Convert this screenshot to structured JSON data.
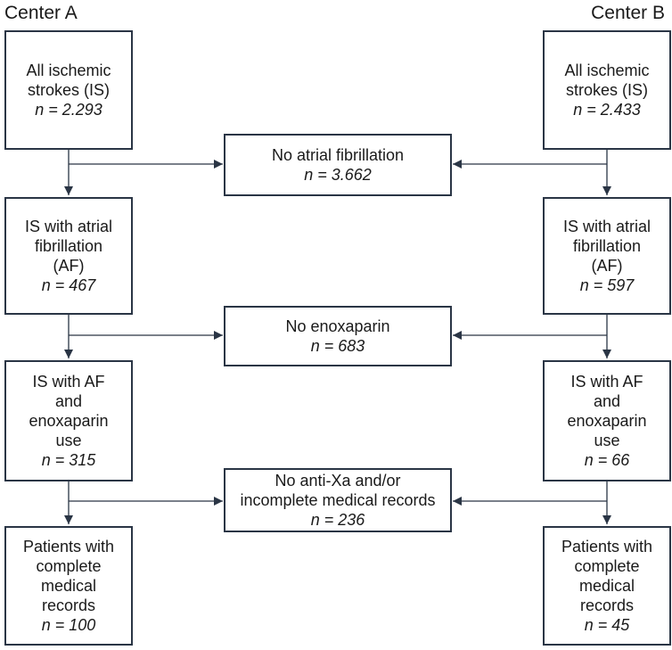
{
  "centers": {
    "a": "Center A",
    "b": "Center B"
  },
  "center_a": {
    "all_is": {
      "title": "All ischemic\nstrokes (IS)",
      "n": "n = 2.293"
    },
    "af": {
      "title": "IS with atrial\nfibrillation\n(AF)",
      "n": "n = 467"
    },
    "enox": {
      "title": "IS with AF\nand\nenoxaparin\nuse",
      "n": "n = 315"
    },
    "complete": {
      "title": "Patients with\ncomplete\nmedical\nrecords",
      "n": "n = 100"
    }
  },
  "center_b": {
    "all_is": {
      "title": "All ischemic\nstrokes (IS)",
      "n": "n = 2.433"
    },
    "af": {
      "title": "IS with atrial\nfibrillation\n(AF)",
      "n": "n = 597"
    },
    "enox": {
      "title": "IS with AF\nand\nenoxaparin\nuse",
      "n": "n = 66"
    },
    "complete": {
      "title": "Patients with\ncomplete\nmedical\nrecords",
      "n": "n = 45"
    }
  },
  "exclusions": {
    "no_af": {
      "title": "No atrial fibrillation",
      "n": "n = 3.662"
    },
    "no_enox": {
      "title": "No enoxaparin",
      "n": "n = 683"
    },
    "no_antixa": {
      "title": "No anti-Xa and/or\nincomplete medical records",
      "n": "n = 236"
    }
  },
  "colors": {
    "box_border": "#2a3545",
    "arrow": "#2a3545"
  }
}
